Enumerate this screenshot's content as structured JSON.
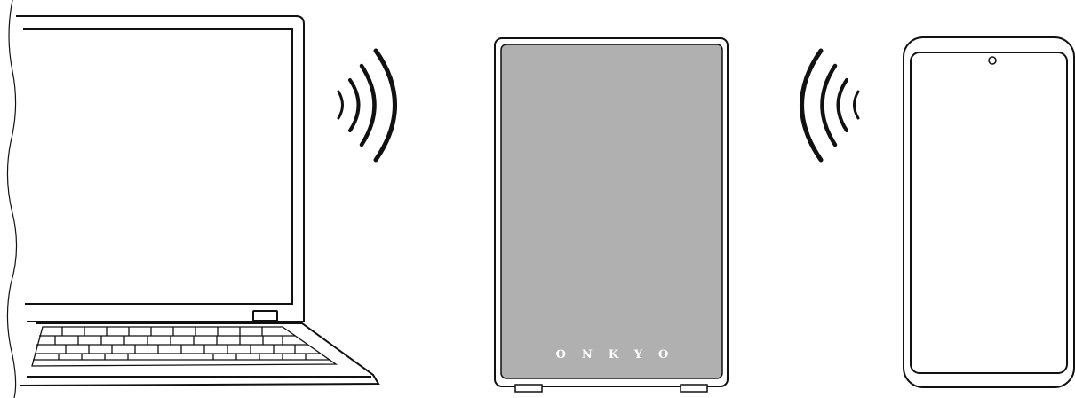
{
  "diagram": {
    "laptop": {
      "name": "laptop"
    },
    "speaker": {
      "brand": "ONKYO",
      "body_color": "#b0b0b0"
    },
    "phone": {
      "name": "smartphone"
    },
    "signal_icons": [
      "wifi-waves-icon",
      "wifi-waves-icon"
    ]
  }
}
